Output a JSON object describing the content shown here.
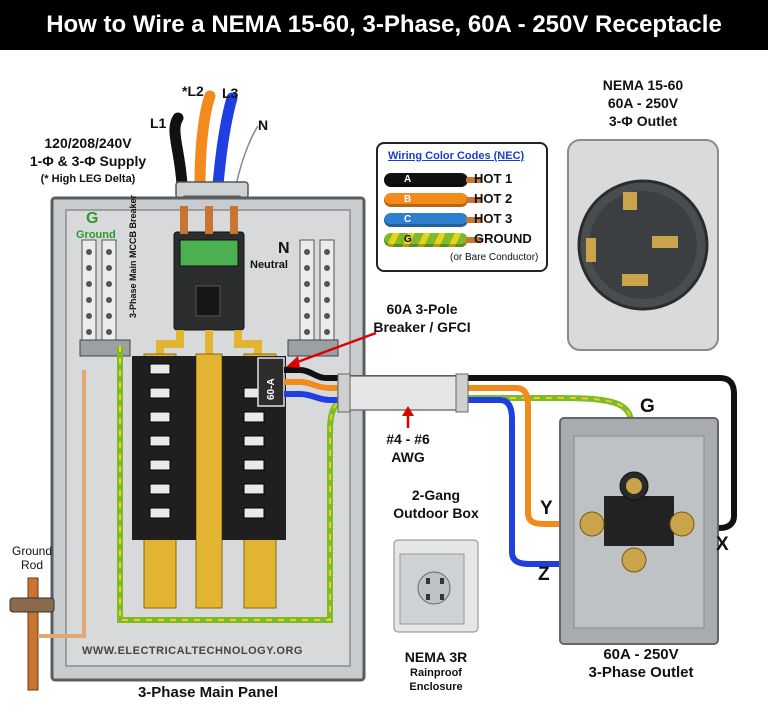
{
  "title": "How to Wire a NEMA 15-60, 3-Phase, 60A - 250V Receptacle",
  "supply": {
    "line1": "120/208/240V",
    "line2": "1-Φ & 3-Φ Supply",
    "note": "(* High LEG Delta)",
    "wires": [
      "L1",
      "*L2",
      "L3",
      "N"
    ]
  },
  "panel": {
    "ground_letter": "G",
    "ground_label": "Ground",
    "neutral_letter": "N",
    "neutral_label": "Neutral",
    "main_breaker_label": "3-Phase Main MCCB Breaker",
    "breaker_tag": "60-A",
    "caption": "3-Phase Main Panel",
    "website": "WWW.ELECTRICALTECHNOLOGY.ORG"
  },
  "breaker_callout": {
    "line1": "60A 3-Pole",
    "line2": "Breaker / GFCI"
  },
  "cable_callout": {
    "line1": "#4 - #6",
    "line2": "AWG"
  },
  "ground_rod": {
    "line1": "Ground",
    "line2": "Rod"
  },
  "legend": {
    "title": "Wiring Color Codes (NEC)",
    "rows": [
      {
        "letter": "A",
        "label": "HOT 1",
        "color": "#111111"
      },
      {
        "letter": "B",
        "label": "HOT 2",
        "color": "#f28a1c"
      },
      {
        "letter": "C",
        "label": "HOT 3",
        "color": "#2f7fd1"
      },
      {
        "letter": "G",
        "label": "GROUND",
        "color": "#7dbb2a"
      }
    ],
    "note": "(or Bare Conductor)"
  },
  "outlet_top": {
    "line1": "NEMA 15-60",
    "line2": "60A - 250V",
    "line3": "3-Φ Outlet"
  },
  "outdoor_box": {
    "line1": "2-Gang",
    "line2": "Outdoor Box",
    "caption1": "NEMA 3R",
    "caption2": "Rainproof",
    "caption3": "Enclosure"
  },
  "outlet_bottom": {
    "terminal_g": "G",
    "terminal_x": "X",
    "terminal_y": "Y",
    "terminal_z": "Z",
    "caption1": "60A - 250V",
    "caption2": "3-Phase Outlet"
  },
  "colors": {
    "hot1": "#111111",
    "hot2": "#f28a1c",
    "hot3": "#1f3fe0",
    "ground_green": "#7dbb2a",
    "ground_yellow": "#e8d21a",
    "bus_gold": "#e2b431",
    "copper": "#c87533",
    "panel_gray": "#b9bcbf"
  }
}
